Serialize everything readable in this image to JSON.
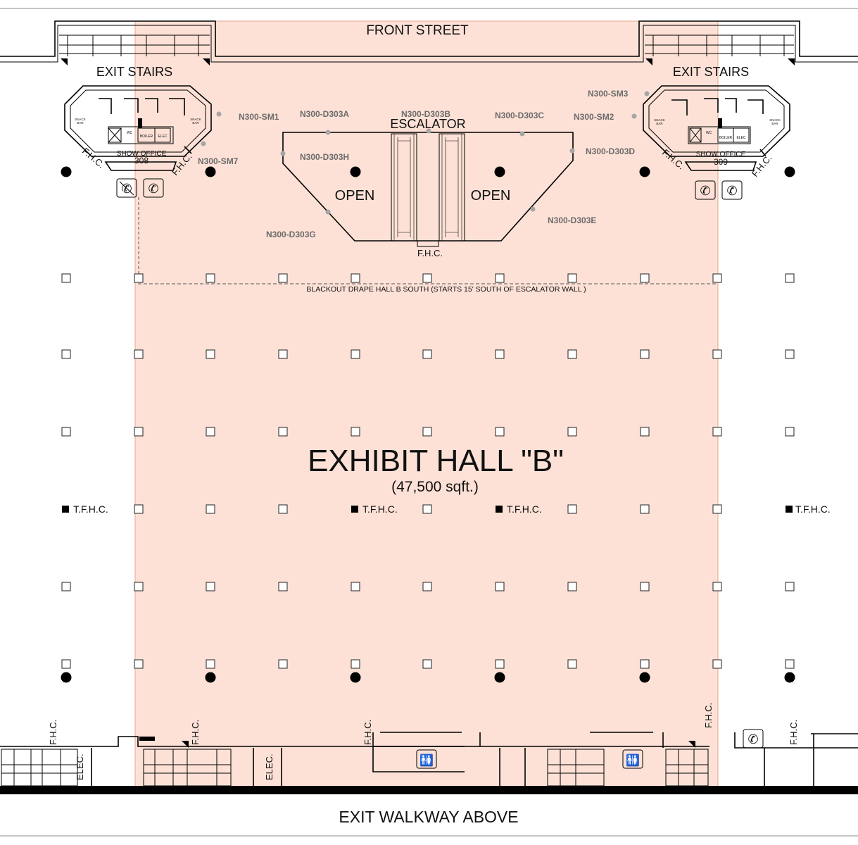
{
  "colors": {
    "hall_fill": "#fde1d6",
    "hall_edge": "#e8a491",
    "marker_gray": "#a6a6a6",
    "line": "#000000"
  },
  "streets": {
    "top": "FRONT STREET",
    "bottom": "EXIT WALKWAY ABOVE"
  },
  "hall": {
    "name": "EXHIBIT HALL \"B\"",
    "area": "(47,500 sqft.)"
  },
  "stairs": {
    "left": "EXIT STAIRS",
    "right": "EXIT STAIRS"
  },
  "escalator": {
    "label": "ESCALATOR",
    "open_left": "OPEN",
    "open_right": "OPEN",
    "fhc": "F.H.C."
  },
  "blackout_note": "BLACKOUT DRAPE HALL B SOUTH (STARTS 15' SOUTH OF ESCALATOR WALL )",
  "show_offices": {
    "left": {
      "title": "SHOW OFFICE",
      "number": "308"
    },
    "right": {
      "title": "SHOW OFFICE",
      "number": "309"
    },
    "room_labels": {
      "snack": "SNACK BAR",
      "wc": "WC",
      "boiler": "BOILER",
      "elec": "ELEC"
    }
  },
  "fhc_label": "F.H.C.",
  "tfhc_label": "T.F.H.C.",
  "elec_label": "ELEC.",
  "markers": {
    "sm1": "N300-SM1",
    "sm2": "N300-SM2",
    "sm3": "N300-SM3",
    "sm7": "N300-SM7",
    "d303a": "N300-D303A",
    "d303b": "N300-D303B",
    "d303c": "N300-D303C",
    "d303d": "N300-D303D",
    "d303e": "N300-D303E",
    "d303g": "N300-D303G",
    "d303h": "N300-D303H"
  },
  "icons": {
    "phone": "phone-icon",
    "restroom": "restroom-icon"
  }
}
